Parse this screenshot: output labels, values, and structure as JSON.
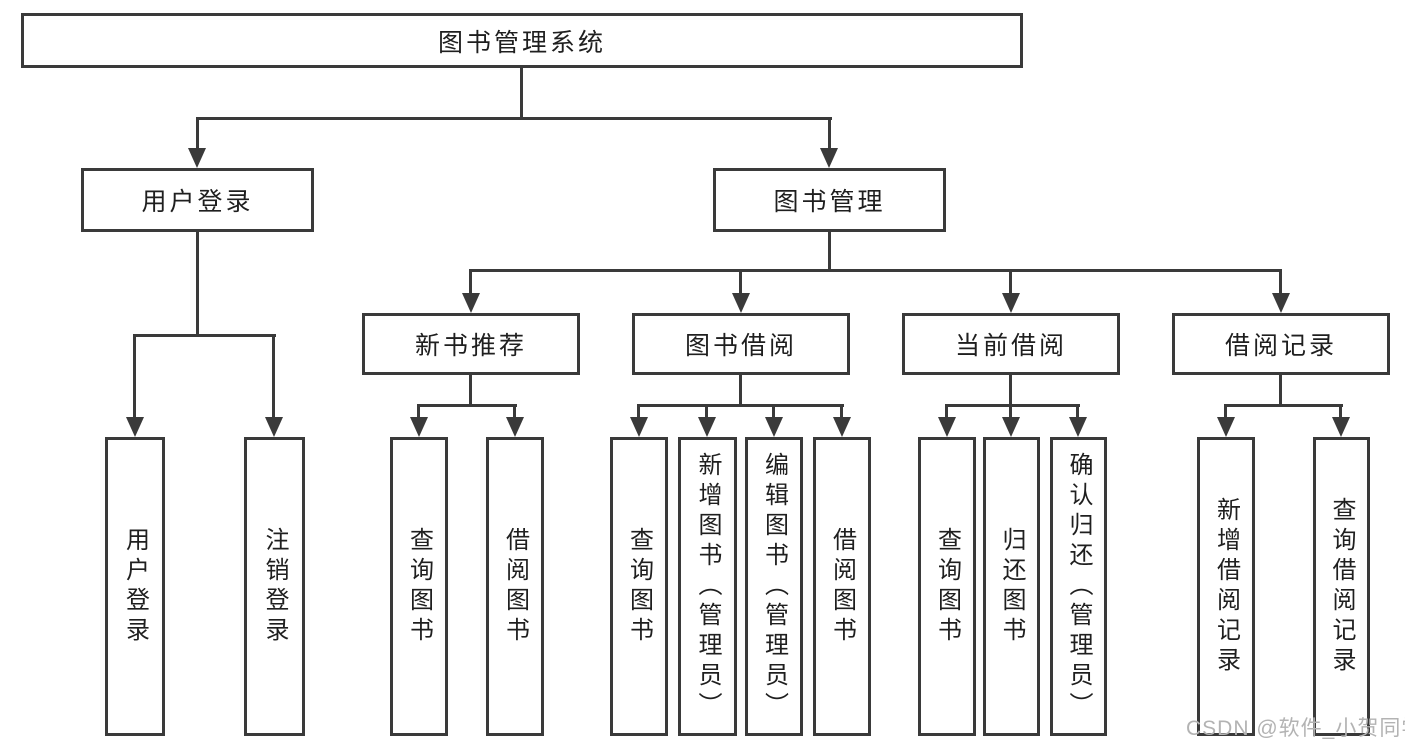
{
  "diagram": {
    "root": {
      "label": "图书管理系统"
    },
    "level2": {
      "user_login": {
        "label": "用户登录"
      },
      "book_mgmt": {
        "label": "图书管理"
      }
    },
    "level3": {
      "new_books": {
        "label": "新书推荐"
      },
      "book_borrow": {
        "label": "图书借阅"
      },
      "current_borrow": {
        "label": "当前借阅"
      },
      "borrow_records": {
        "label": "借阅记录"
      }
    },
    "leaves": {
      "user_login": [
        "用户登录",
        "注销登录"
      ],
      "new_books": [
        "查询图书",
        "借阅图书"
      ],
      "book_borrow": [
        "查询图书",
        "新增图书（管理员）",
        "编辑图书（管理员）",
        "借阅图书"
      ],
      "current_borrow": [
        "查询图书",
        "归还图书",
        "确认归还（管理员）"
      ],
      "borrow_records": [
        "新增借阅记录",
        "查询借阅记录"
      ]
    },
    "watermark": "CSDN @软件_小贺同学",
    "colors": {
      "line": "#3a3a3a",
      "text": "#1f1f1f",
      "watermark": "#b3b3b3",
      "background": "#ffffff"
    },
    "icons": {
      "arrow": "down-filled-triangle"
    }
  }
}
